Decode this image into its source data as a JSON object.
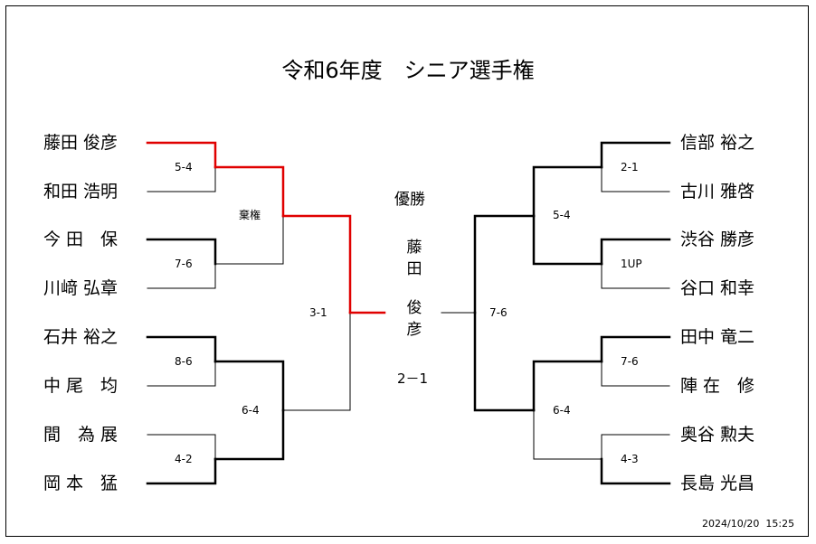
{
  "title": "令和6年度　シニア選手権",
  "left_players": [
    "藤田 俊彦",
    "和田 浩明",
    "今 田　保",
    "川﨑 弘章",
    "石井 裕之",
    "中 尾　均",
    "間　為 展",
    "岡 本　猛"
  ],
  "right_players": [
    "信部 裕之",
    "古川 雅啓",
    "渋谷 勝彦",
    "谷口 和幸",
    "田中 竜二",
    "陣 在　修",
    "奥谷 勲夫",
    "長島 光昌"
  ],
  "scores": {
    "l_r1_1": "5-4",
    "l_r1_2": "7-6",
    "l_r1_3": "8-6",
    "l_r1_4": "4-2",
    "l_r2_1": "棄権",
    "l_r2_2": "6-4",
    "l_r3": "3-1",
    "r_r1_1": "2-1",
    "r_r1_2": "1UP",
    "r_r1_3": "7-6",
    "r_r1_4": "4-3",
    "r_r2_1": "5-4",
    "r_r2_2": "6-4",
    "r_r3": "7-6"
  },
  "champion_label": "優勝",
  "champion_chars": [
    "藤",
    "田",
    "俊",
    "彦"
  ],
  "final_score": "2－1",
  "timestamp": "2024/10/20  15:25",
  "colors": {
    "winner_path": "#e00000",
    "line": "#000000"
  }
}
